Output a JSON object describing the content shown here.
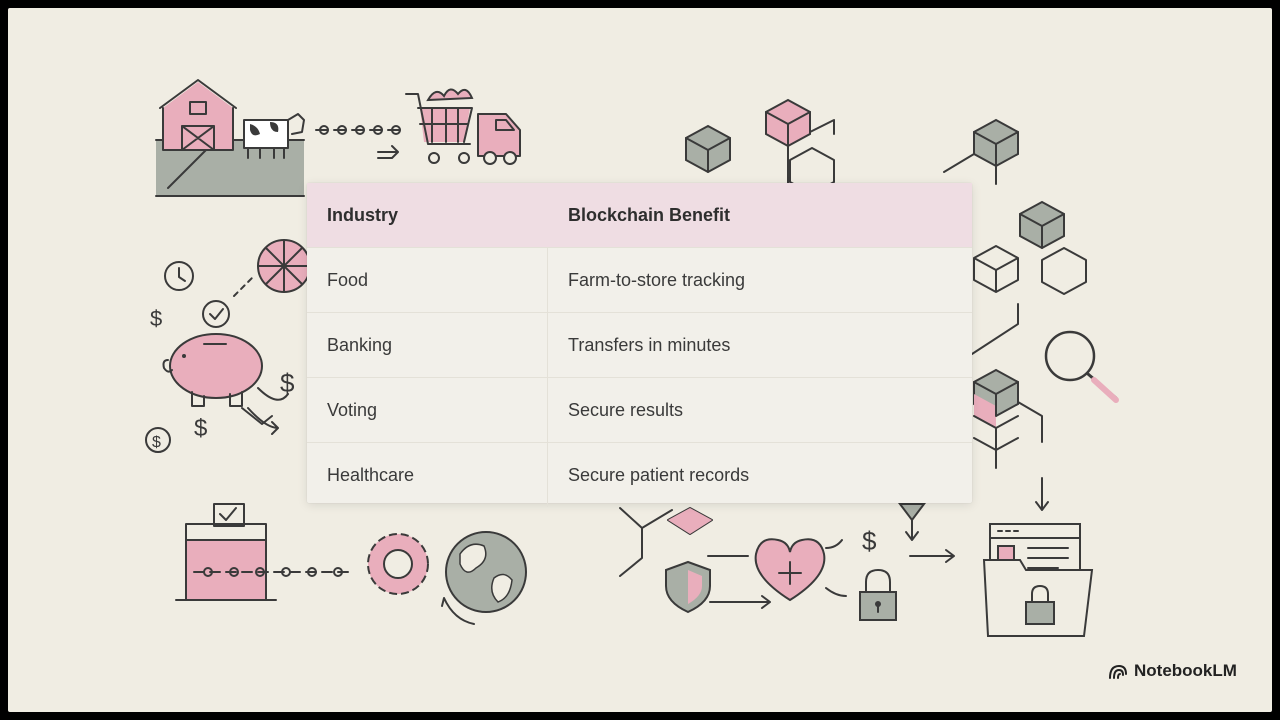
{
  "table": {
    "headers": [
      "Industry",
      "Blockchain Benefit"
    ],
    "rows": [
      [
        "Food",
        "Farm-to-store tracking"
      ],
      [
        "Banking",
        "Transfers in minutes"
      ],
      [
        "Voting",
        "Secure results"
      ],
      [
        "Healthcare",
        "Secure patient records"
      ]
    ]
  },
  "brand": {
    "name": "NotebookLM"
  },
  "colors": {
    "background": "#f0ede3",
    "header_row": "#efdde3",
    "accent_pink": "#e9aebc",
    "accent_gray": "#a9afa6"
  },
  "icons": [
    "barn-icon",
    "cow-icon",
    "chain-icon",
    "shopping-cart-icon",
    "truck-icon",
    "clock-icon",
    "gear-icon",
    "dollar-icon",
    "piggy-bank-icon",
    "check-circle-icon",
    "ballot-box-icon",
    "globe-icon",
    "cube-icon",
    "magnifier-icon",
    "shield-icon",
    "heart-medical-icon",
    "padlock-icon",
    "browser-folder-icon"
  ]
}
